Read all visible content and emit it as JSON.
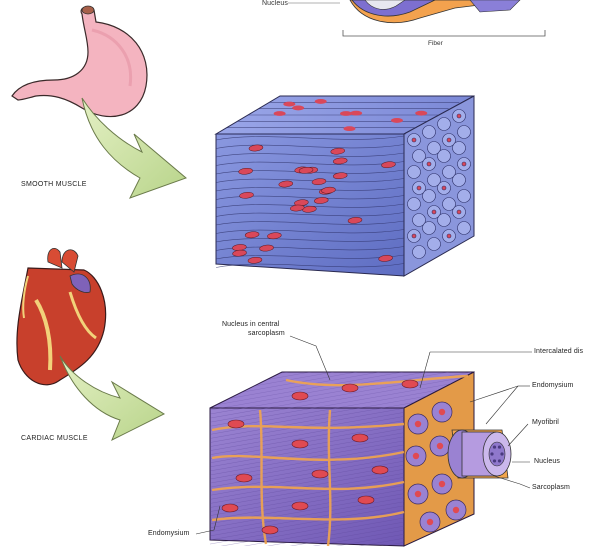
{
  "top": {
    "nucleus_label": "Nucleus",
    "fiber_label": "Fiber"
  },
  "smooth": {
    "section_label": "SMOOTH MUSCLE"
  },
  "cardiac": {
    "section_label": "CARDIAC MUSCLE",
    "labels": {
      "nucleus_central_line1": "Nucleus in central",
      "nucleus_central_line2": "sarcoplasm",
      "intercalated": "Intercalated dis",
      "endomysium_right": "Endomysium",
      "myofibril": "Myofibril",
      "nucleus": "Nucleus",
      "sarcoplasm": "Sarcoplasm",
      "endomysium_bottom": "Endomysium"
    }
  },
  "colors": {
    "smooth_block": "#6f7fd0",
    "smooth_nucleus": "#d9485a",
    "cardiac_block": "#8a6ec4",
    "connective": "#f0a44a",
    "stomach": "#f4b4c0",
    "arrow": "#cfe3a6"
  }
}
